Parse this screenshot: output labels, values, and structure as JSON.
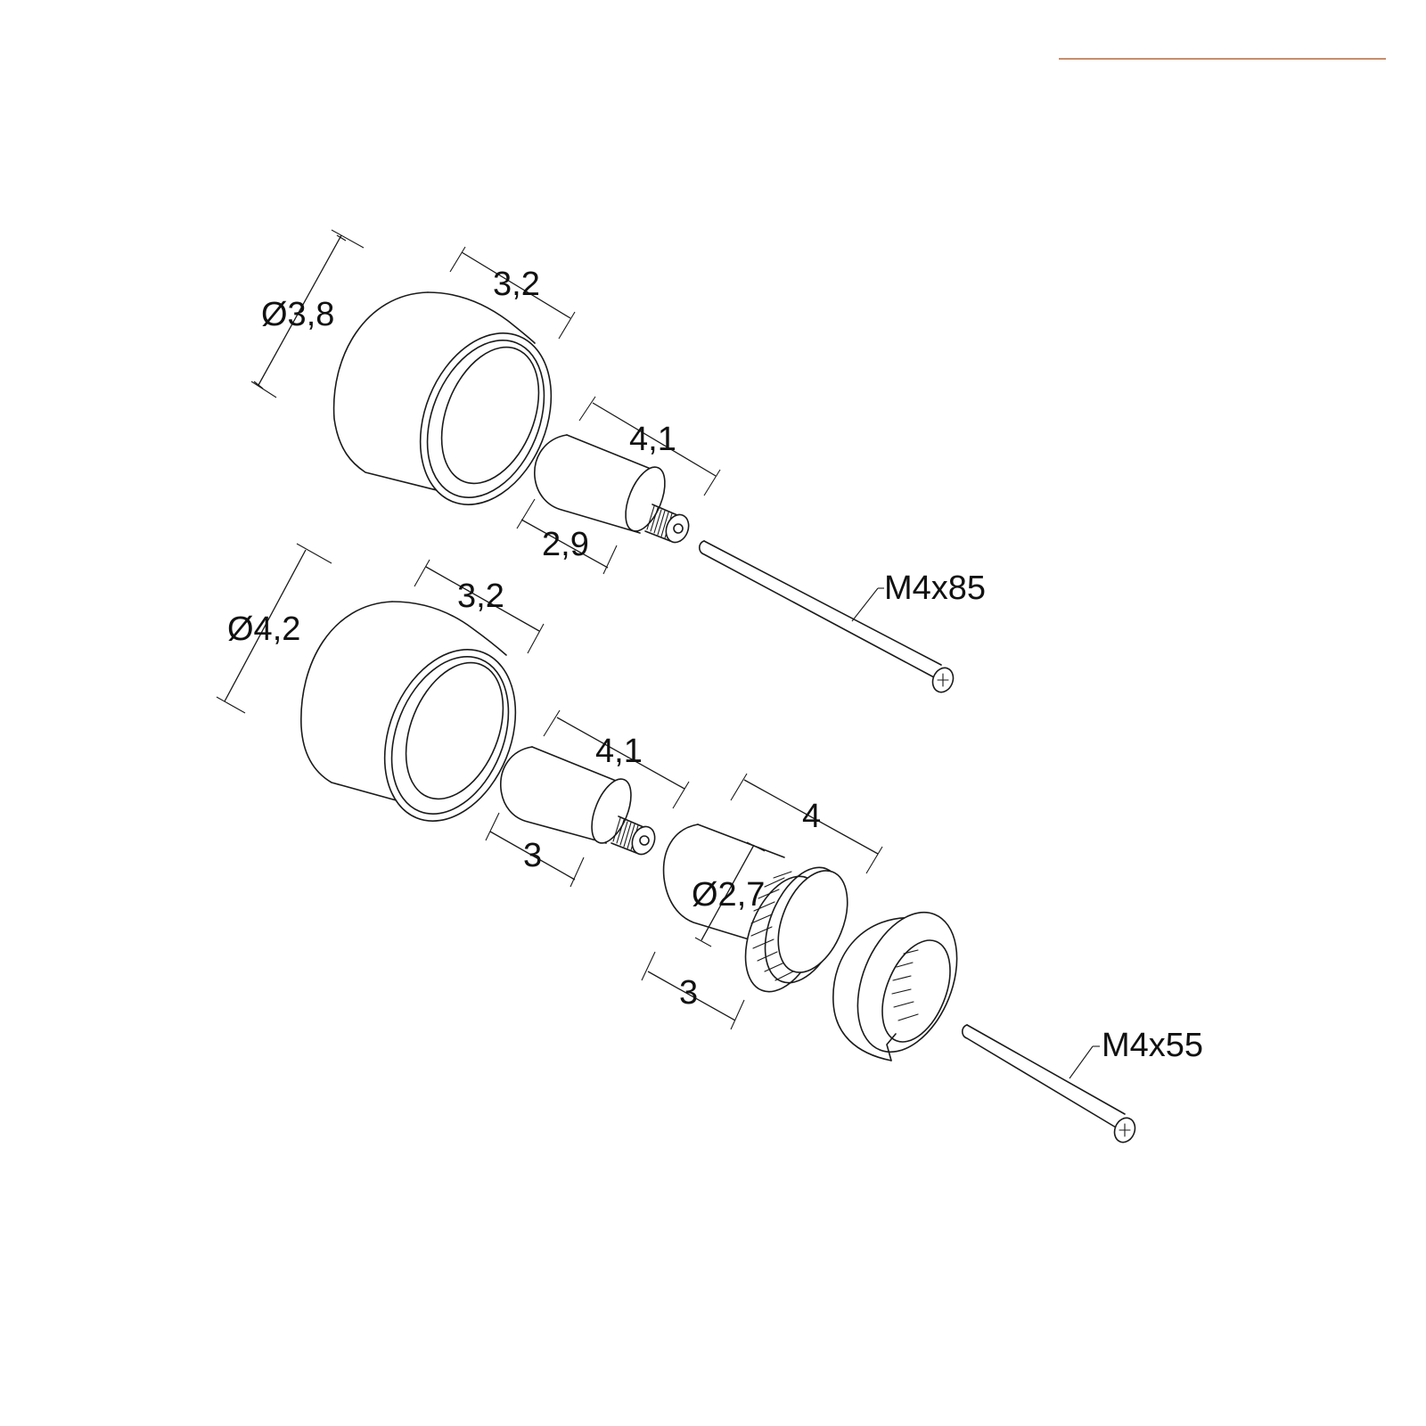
{
  "accent_color": "#c98d6b",
  "dimensions": {
    "top_cap_diameter": "Ø3,8",
    "top_cap_length": "3,2",
    "top_spindle_length": "4,1",
    "top_spline_length": "2,9",
    "top_screw": "M4x85",
    "bottom_cap_diameter": "Ø4,2",
    "bottom_cap_length": "3,2",
    "bottom_spindle_length": "4,1",
    "bottom_spline_length": "3",
    "adapter_length": "4",
    "adapter_diameter": "Ø2,7",
    "adapter_spline_length": "3",
    "bottom_screw": "M4x55"
  }
}
